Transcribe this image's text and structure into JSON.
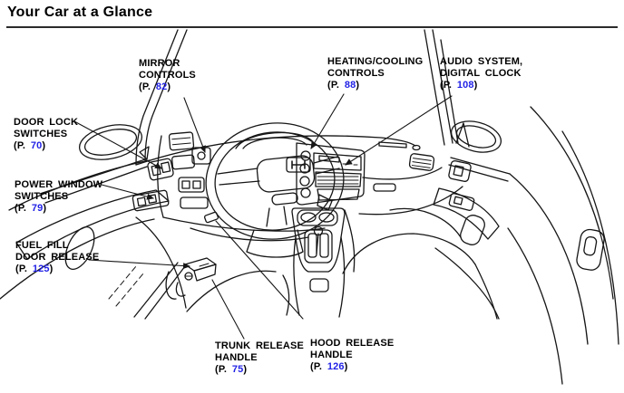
{
  "page": {
    "title": "Your Car at a Glance",
    "background_color": "#ffffff",
    "text_color": "#000000",
    "page_link_color": "#2222e6",
    "rule_color": "#2b2b2b"
  },
  "page_ref": {
    "prefix": "(P.",
    "suffix": ")"
  },
  "callouts": [
    {
      "id": "mirror-controls",
      "lines": [
        "MIRROR",
        "CONTROLS"
      ],
      "page": "82"
    },
    {
      "id": "heating-cooling-controls",
      "lines": [
        "HEATING/COOLING",
        "CONTROLS"
      ],
      "page": "88"
    },
    {
      "id": "audio-system-digital-clock",
      "lines": [
        "AUDIO SYSTEM,",
        "DIGITAL CLOCK"
      ],
      "page": "108"
    },
    {
      "id": "door-lock-switches",
      "lines": [
        "DOOR LOCK",
        "SWITCHES"
      ],
      "page": "70"
    },
    {
      "id": "power-window-switches",
      "lines": [
        "POWER WINDOW",
        "SWITCHES"
      ],
      "page": "79"
    },
    {
      "id": "fuel-fill-door-release",
      "lines": [
        "FUEL FILL",
        "DOOR RELEASE"
      ],
      "page": "125"
    },
    {
      "id": "trunk-release-handle",
      "lines": [
        "TRUNK RELEASE",
        "HANDLE"
      ],
      "page": "75"
    },
    {
      "id": "hood-release-handle",
      "lines": [
        "HOOD RELEASE",
        "HANDLE"
      ],
      "page": "126"
    }
  ],
  "diagram": {
    "description": "Line drawing of car interior: dashboard, steering wheel with H logo, center stack, gear shifter console, door panels, mirrors, release levers"
  }
}
